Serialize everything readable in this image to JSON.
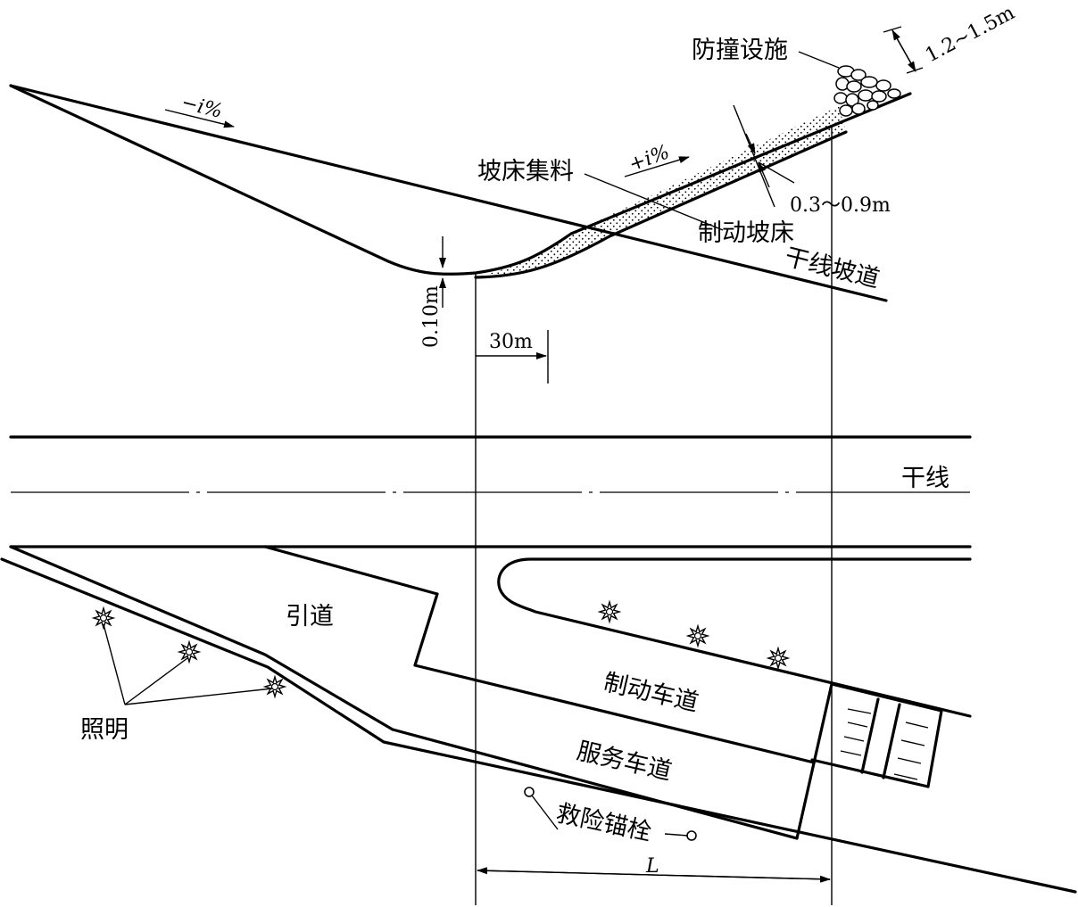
{
  "profile": {
    "crash_barrier": "防撞设施",
    "barrier_height": "1.2~1.5m",
    "down_grade": "−i%",
    "up_grade": "+i%",
    "bed_aggregate": "坡床集料",
    "arrester_bed": "制动坡床",
    "mainline_grade": "干线坡道",
    "aggregate_depth": "0.3～0.9m",
    "depth_010": "0.10m",
    "len_30m": "30m"
  },
  "plan": {
    "mainline": "干线",
    "approach_road": "引道",
    "lighting": "照明",
    "arrester_lane": "制动车道",
    "service_road": "服务车道",
    "anchor": "救险锚栓",
    "length": "L"
  }
}
